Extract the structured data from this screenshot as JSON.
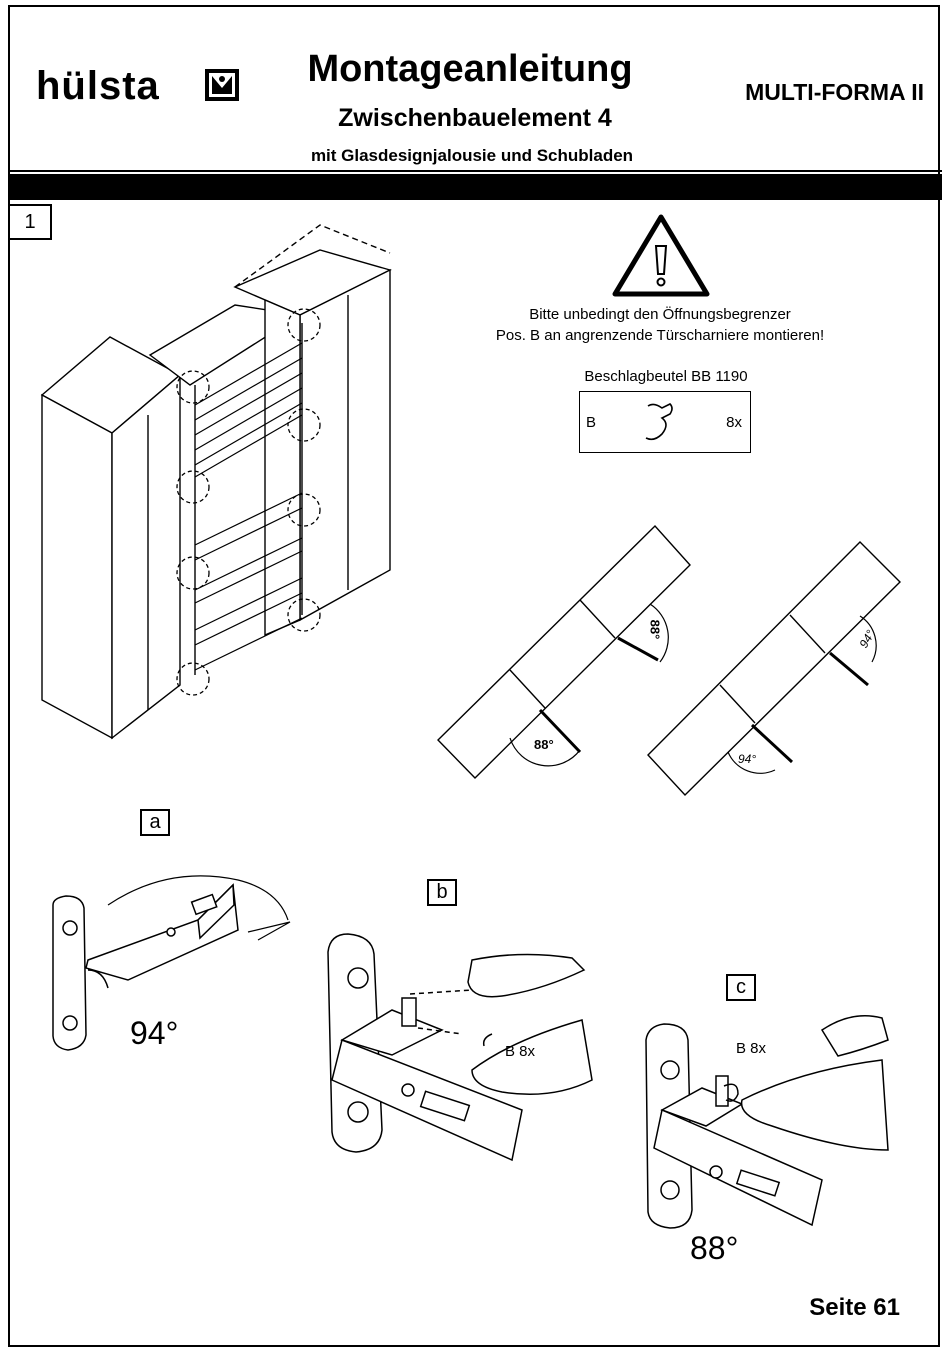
{
  "header": {
    "brand": "hülsta",
    "title": "Montageanleitung",
    "subtitle": "Zwischenbauelement 4",
    "description": "mit Glasdesignjalousie und Schubladen",
    "model": "MULTI-FORMA II"
  },
  "step_main": {
    "number": "1"
  },
  "warning": {
    "icon": "warning-triangle-icon",
    "line1": "Bitte unbedingt den Öffnungsbegrenzer",
    "line2": "Pos. B  an angrenzende Türscharniere montieren!"
  },
  "fitting_bag": {
    "title": "Beschlagbeutel BB 1190",
    "position": "B",
    "quantity": "8x"
  },
  "door_diagrams": {
    "left": {
      "angle_door": "88°",
      "angle_side": "88°"
    },
    "right": {
      "angle_door": "94°",
      "angle_side": "94°"
    }
  },
  "substeps": {
    "a": {
      "label": "a",
      "angle": "94°"
    },
    "b": {
      "label": "b",
      "part": "B 8x"
    },
    "c": {
      "label": "c",
      "part": "B 8x",
      "angle": "88°"
    }
  },
  "footer": {
    "page": "Seite 61"
  }
}
